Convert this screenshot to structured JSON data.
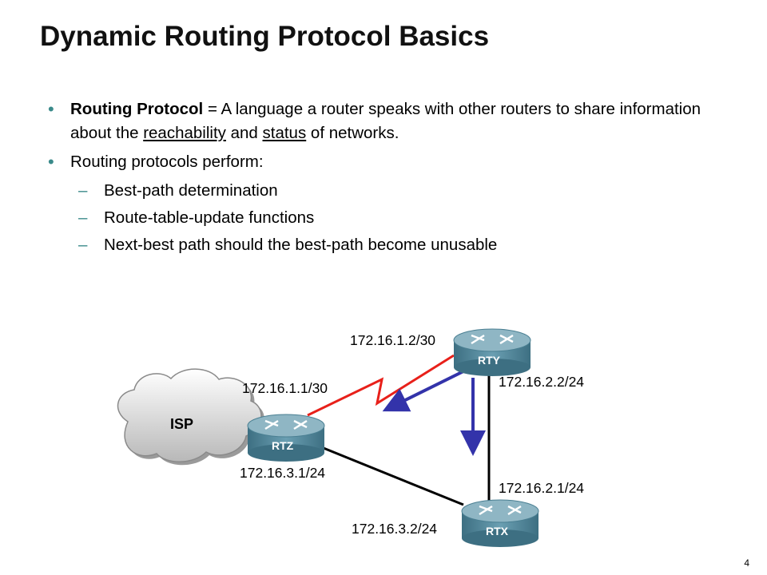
{
  "title": "Dynamic Routing Protocol Basics",
  "bullets": {
    "b1_bold": "Routing Protocol",
    "b1_text1": " = A language a router speaks with other routers to share information about the ",
    "b1_u1": "reachability",
    "b1_text2": " and ",
    "b1_u2": "status",
    "b1_text3": " of networks.",
    "b2": "Routing protocols perform:",
    "sub": [
      "Best-path determination",
      "Route-table-update functions",
      "Next-best path should the best-path become unusable"
    ]
  },
  "diagram": {
    "cloud_label": "ISP",
    "routers": {
      "rtz": "RTZ",
      "rty": "RTY",
      "rtx": "RTX"
    },
    "ips": {
      "rty_serial": "172.16.1.2/30",
      "rtz_serial": "172.16.1.1/30",
      "rty_eth": "172.16.2.2/24",
      "rtx_eth2": "172.16.2.1/24",
      "rtz_eth": "172.16.3.1/24",
      "rtx_eth3": "172.16.3.2/24"
    },
    "colors": {
      "serial_link": "#e8201a",
      "arrow": "#3333aa",
      "router_top": "#8fb6c4",
      "router_body": "#4a7f92"
    }
  },
  "page_number": "4"
}
